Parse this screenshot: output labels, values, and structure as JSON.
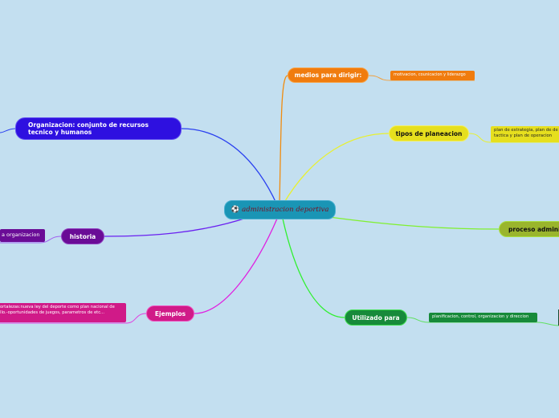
{
  "central": {
    "label": "administracion deportiva",
    "icon": "soccer-ball-icon",
    "color": "#1a95b5"
  },
  "topics": [
    {
      "label": "medios para dirigir:",
      "color": "#f07c0e",
      "child": "motivacion, counicacion y liderazgo"
    },
    {
      "label": "tipos de planeacion",
      "color": "#e6df1e",
      "child": "plan de estrategia, plan de de tactica y plan de operacion"
    },
    {
      "label": "Organizacion: conjunto de recursos tecnico y humanos",
      "color": "#2e10e0"
    },
    {
      "label": "proceso administ",
      "color": "#9ab52c"
    },
    {
      "label": "historia",
      "color": "#6a0c96",
      "child": "a organizacion"
    },
    {
      "label": "Ejemplos",
      "color": "#d01a88",
      "child": "ortalezas:nueva ley del deporte como plan nacional de llo.-oportunidades de juegos, parametros de etc..."
    },
    {
      "label": "Utilizado para",
      "color": "#178a3a",
      "child": "planificacion, control, organizacion y direccion"
    }
  ]
}
